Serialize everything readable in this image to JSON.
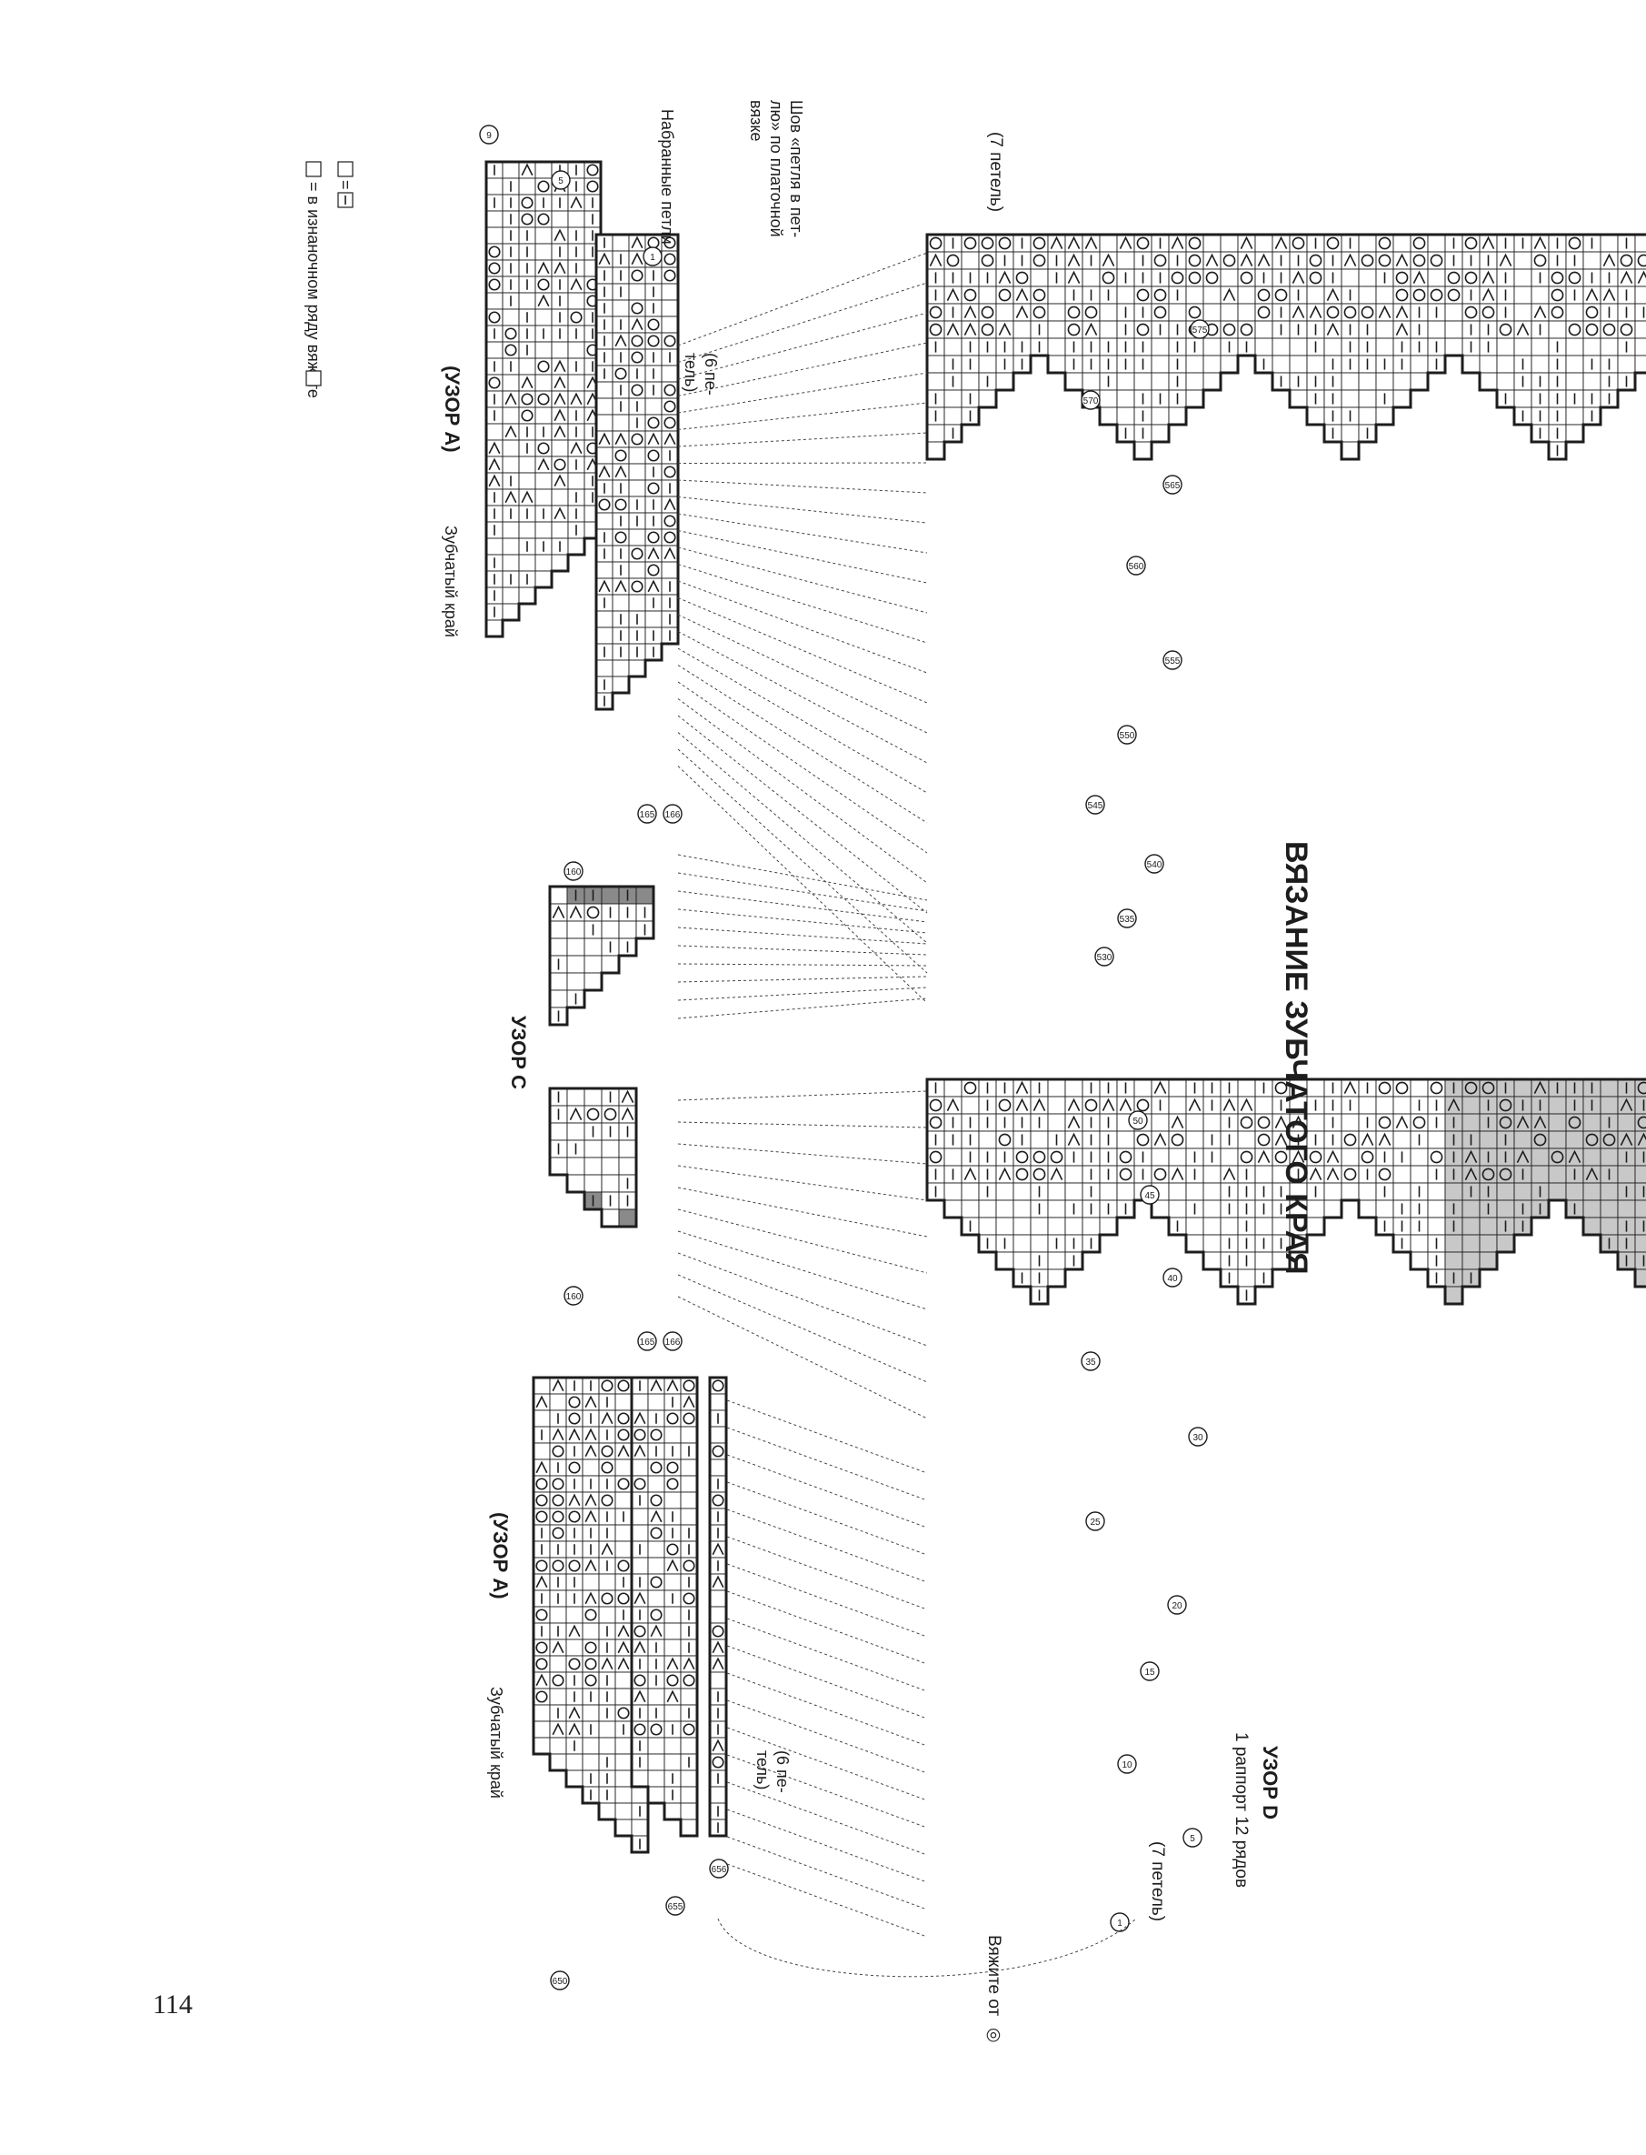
{
  "title": "ВЯЗАНИЕ ЗУБЧАТОГО КРАЯ",
  "page_number": "114",
  "pattern_d": {
    "label": "УЗОР D",
    "repeat_note": "1 раппорт 12 рядов",
    "stitches_note": "(7 петель)",
    "knit_from": "Вяжите от",
    "knit_from_symbol": "◎",
    "top_stitches_note": "(7 петель)"
  },
  "pattern_c": {
    "label": "УЗОР С"
  },
  "pattern_a": {
    "label": "(УЗОР А)",
    "subtitle": "Зубчатый край",
    "stitches_note": "(6 пе-\nтель)",
    "cast_on": "Набранные петли"
  },
  "seam_note": "Шов «петля в пет-\nлю» по платочной\nвязке",
  "legend": {
    "blank_eq": "= ",
    "purl_note": "= в изнаночном ряду вяжите"
  },
  "row_markers_lower": [
    "1",
    "5",
    "10",
    "15",
    "20",
    "25",
    "30",
    "35",
    "40",
    "45",
    "50"
  ],
  "row_markers_upper": [
    "530",
    "535",
    "540",
    "545",
    "550",
    "555",
    "560",
    "565",
    "570",
    "575"
  ],
  "row_markers_c_upper": [
    "166",
    "165",
    "160"
  ],
  "row_markers_c_lower": [
    "160",
    "165",
    "166"
  ],
  "row_markers_a_upper": [
    "9",
    "5",
    "1"
  ],
  "row_markers_a_lower": [
    "650",
    "655",
    "656"
  ],
  "colors": {
    "ink": "#1d1d1d",
    "shade": "#c8c8c8",
    "dark_shade": "#8a8a8a",
    "paper": "#ffffff"
  }
}
